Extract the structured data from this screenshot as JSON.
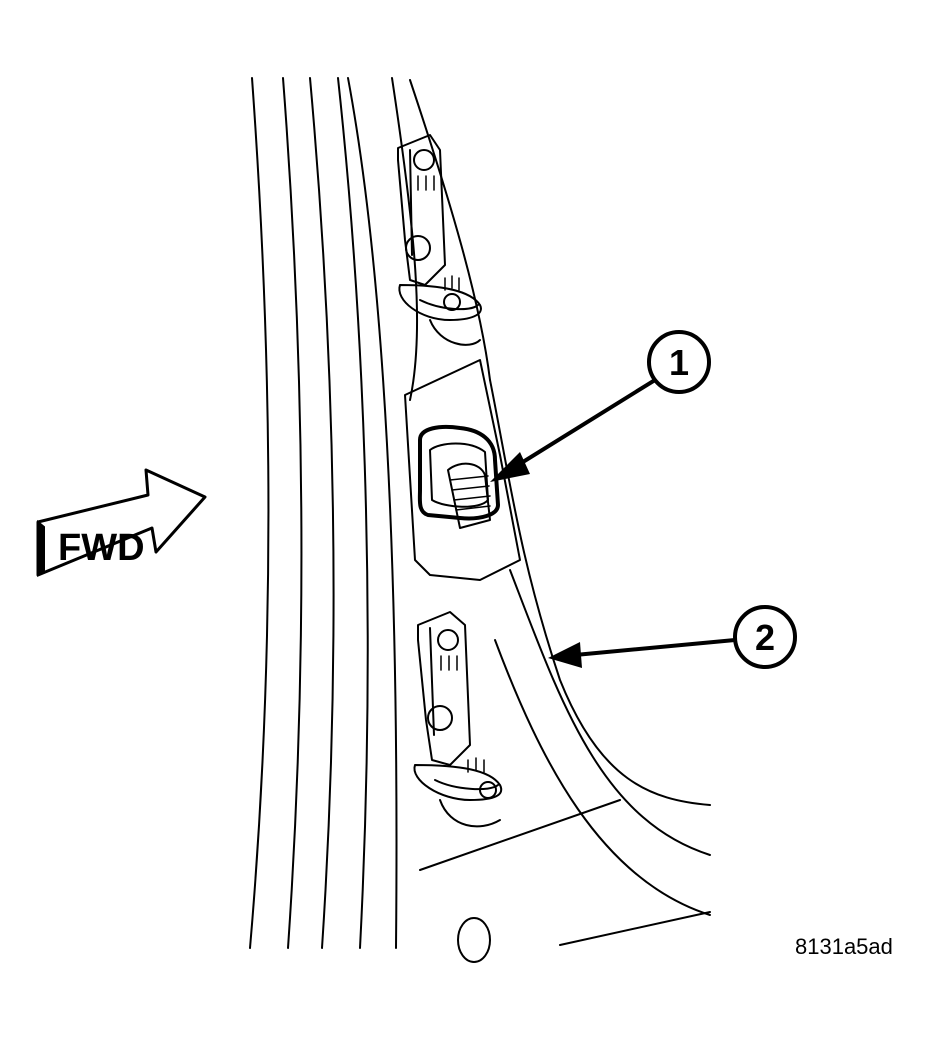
{
  "callouts": [
    {
      "label": "1"
    },
    {
      "label": "2"
    }
  ],
  "direction_indicator": {
    "label": "FWD"
  },
  "figure_id": "8131a5ad"
}
